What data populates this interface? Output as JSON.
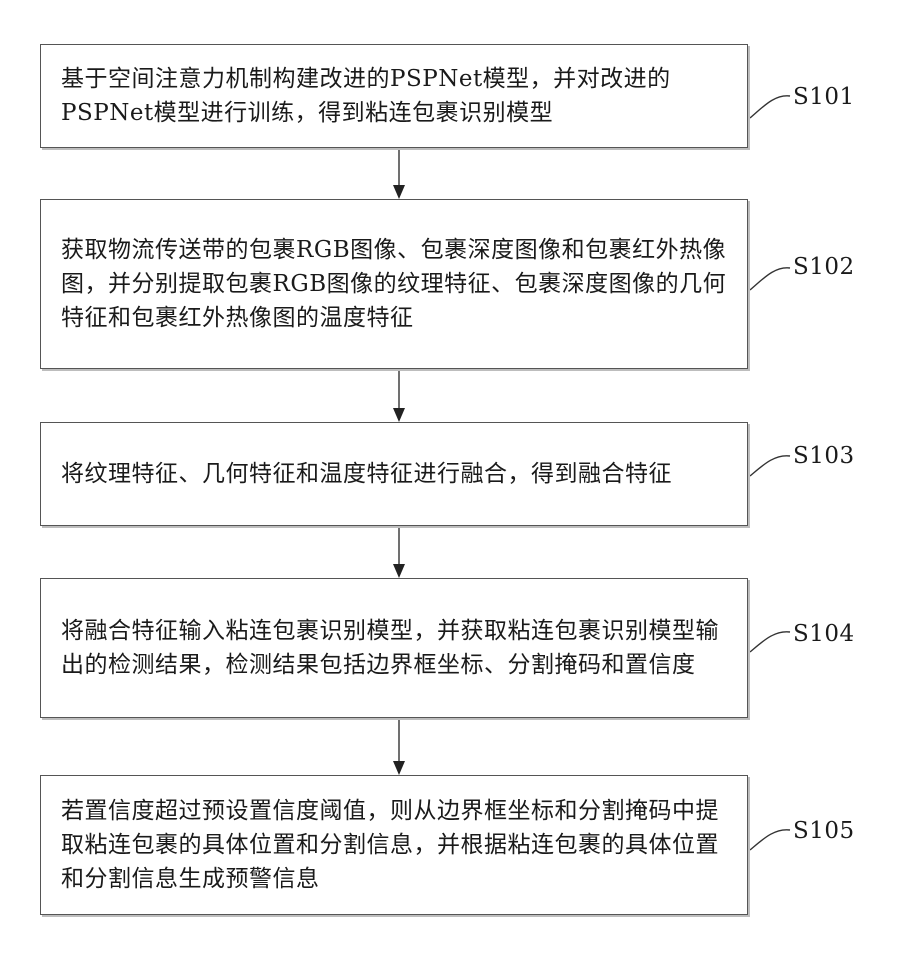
{
  "steps": [
    {
      "id": "S101",
      "text": "基于空间注意力机制构建改进的PSPNet模型，并对改进的PSPNet模型进行训练，得到粘连包裹识别模型"
    },
    {
      "id": "S102",
      "text": "获取物流传送带的包裹RGB图像、包裹深度图像和包裹红外热像图，并分别提取包裹RGB图像的纹理特征、包裹深度图像的几何特征和包裹红外热像图的温度特征"
    },
    {
      "id": "S103",
      "text": "将纹理特征、几何特征和温度特征进行融合，得到融合特征"
    },
    {
      "id": "S104",
      "text": "将融合特征输入粘连包裹识别模型，并获取粘连包裹识别模型输出的检测结果，检测结果包括边界框坐标、分割掩码和置信度"
    },
    {
      "id": "S105",
      "text": "若置信度超过预设置信度阈值，则从边界框坐标和分割掩码中提取粘连包裹的具体位置和分割信息，并根据粘连包裹的具体位置和分割信息生成预警信息"
    }
  ]
}
